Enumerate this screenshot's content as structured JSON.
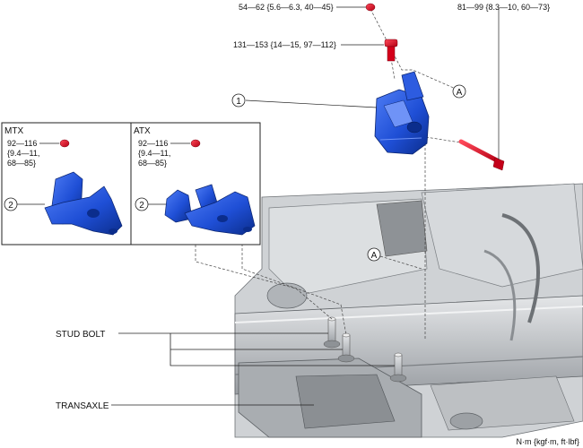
{
  "torque_bracket_nut": "54—62 {5.6—6.3, 40—45}",
  "torque_through_bolt": "81—99 {8.3—10, 60—73}",
  "torque_bracket_bolt": "131—153 {14—15, 97—112}",
  "callout_1": "1",
  "callout_2": "2",
  "point_a": "A",
  "mtx": {
    "title": "MTX",
    "torque_line1": "92—116",
    "torque_line2": "{9.4—11,",
    "torque_line3": "68—85}"
  },
  "atx": {
    "title": "ATX",
    "torque_line1": "92—116",
    "torque_line2": "{9.4—11,",
    "torque_line3": "68—85}"
  },
  "stud_bolt_label": "STUD BOLT",
  "transaxle_label": "TRANSAXLE",
  "units": "N·m {kgf·m, ft·lbf}",
  "colors": {
    "part_blue": "#1f4fd6",
    "part_blue_dark": "#0b2d8c",
    "bolt_red": "#e0001b",
    "metal_gray": "#b9bcc0"
  }
}
